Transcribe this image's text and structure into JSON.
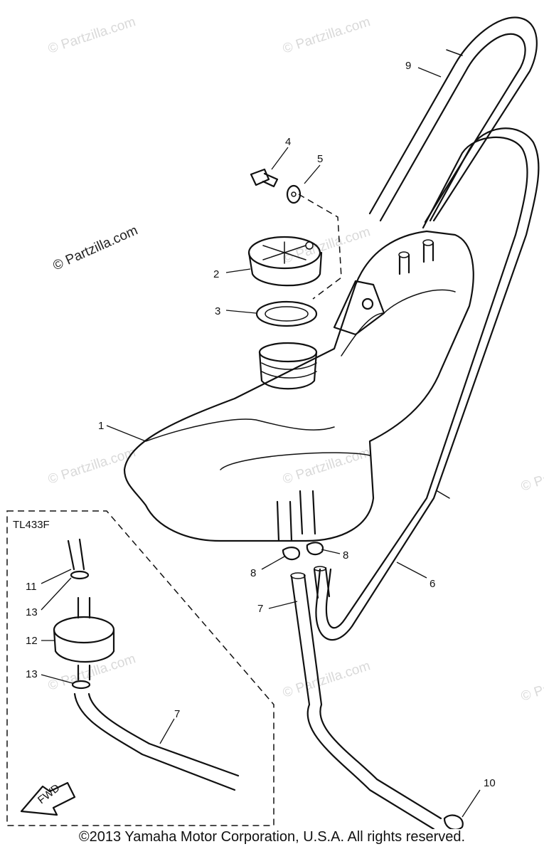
{
  "watermarks": {
    "brand": "© Partzilla.com",
    "repeat": "© Partzilla.com"
  },
  "callouts": [
    "1",
    "2",
    "3",
    "4",
    "5",
    "6",
    "7",
    "8",
    "8",
    "9",
    "10",
    "11",
    "12",
    "13",
    "13",
    "7"
  ],
  "inset": {
    "label": "TL433F"
  },
  "direction_arrow": {
    "label": "FWD"
  },
  "copyright": "©2013  Yamaha Motor Corporation, U.S.A. All rights reserved."
}
